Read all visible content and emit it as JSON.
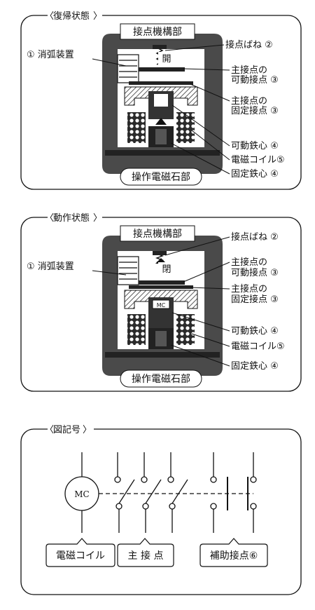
{
  "panels": [
    {
      "title": "復帰状態",
      "top_label": "接点機構部",
      "bottom_label": "操作電磁石部",
      "state_label": "開",
      "left_label": "① 消弧装置",
      "right_labels": [
        [
          "接点ばね ②"
        ],
        [
          "主接点の",
          "可動接点 ③"
        ],
        [
          "主接点の",
          "固定接点 ③"
        ],
        [
          "可動鉄心 ④"
        ],
        [
          "電磁コイル⑤"
        ],
        [
          "固定鉄心 ④"
        ]
      ]
    },
    {
      "title": "動作状態",
      "top_label": "接点機構部",
      "bottom_label": "操作電磁石部",
      "state_label": "閉",
      "coil_tag": "MC",
      "left_label": "① 消弧装置",
      "right_labels": [
        [
          "接点ばね ②"
        ],
        [
          "主接点の",
          "可動接点 ③"
        ],
        [
          "主接点の",
          "固定接点 ③"
        ],
        [
          "可動鉄心 ④"
        ],
        [
          "電磁コイル⑤"
        ],
        [
          "固定鉄心 ④"
        ]
      ]
    }
  ],
  "symbols": {
    "title": "図記号",
    "coil_symbol": "MC",
    "labels": [
      "電磁コイル",
      "主 接 点",
      "補助接点⑥"
    ]
  },
  "colors": {
    "housing": "#4a4a4a",
    "line": "#111111",
    "background": "#ffffff"
  }
}
